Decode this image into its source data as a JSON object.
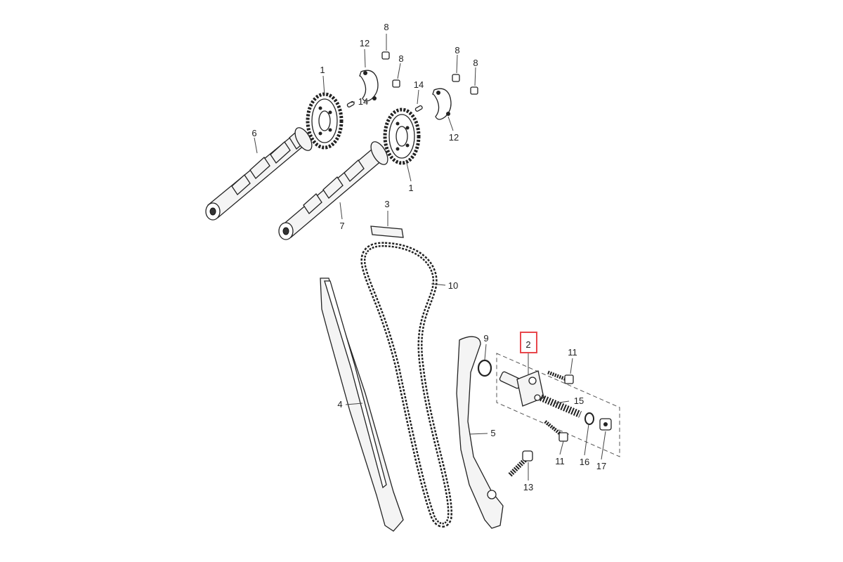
{
  "diagram": {
    "highlight_color": "#e8474c",
    "callouts": [
      {
        "id": "c1a",
        "text": "1"
      },
      {
        "id": "c1b",
        "text": "1"
      },
      {
        "id": "c2",
        "text": "2",
        "highlighted": true
      },
      {
        "id": "c3",
        "text": "3"
      },
      {
        "id": "c4",
        "text": "4"
      },
      {
        "id": "c5",
        "text": "5"
      },
      {
        "id": "c6",
        "text": "6"
      },
      {
        "id": "c7",
        "text": "7"
      },
      {
        "id": "c8a",
        "text": "8"
      },
      {
        "id": "c8b",
        "text": "8"
      },
      {
        "id": "c8c",
        "text": "8"
      },
      {
        "id": "c8d",
        "text": "8"
      },
      {
        "id": "c9",
        "text": "9"
      },
      {
        "id": "c10",
        "text": "10"
      },
      {
        "id": "c11a",
        "text": "11"
      },
      {
        "id": "c11b",
        "text": "11"
      },
      {
        "id": "c12a",
        "text": "12"
      },
      {
        "id": "c12b",
        "text": "12"
      },
      {
        "id": "c13",
        "text": "13"
      },
      {
        "id": "c14a",
        "text": "14"
      },
      {
        "id": "c14b",
        "text": "14"
      },
      {
        "id": "c15",
        "text": "15"
      },
      {
        "id": "c16",
        "text": "16"
      },
      {
        "id": "c17",
        "text": "17"
      }
    ]
  }
}
